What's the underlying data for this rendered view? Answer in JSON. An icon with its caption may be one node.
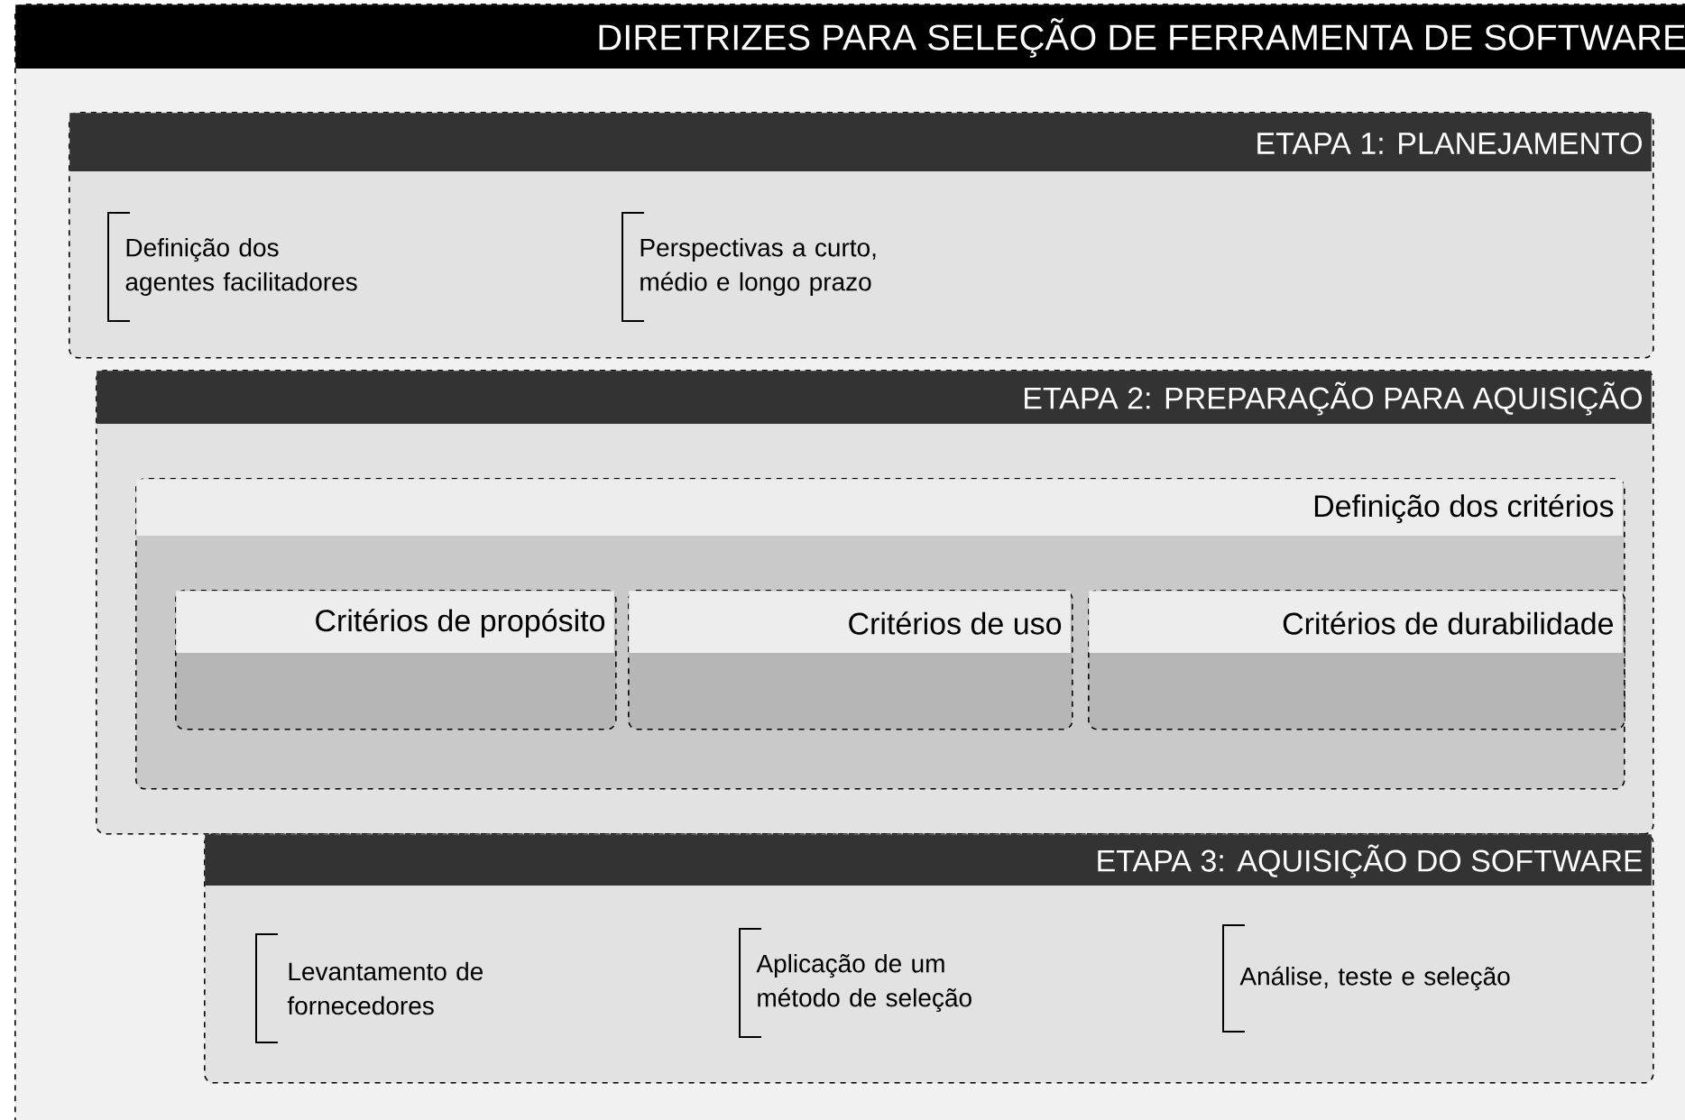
{
  "diagram": {
    "nodes": [
      {
        "text": [
          "DIRETRIZES PARA SELEÇÃO DE FERRAMENTA DE SOFTWARE"
        ]
      },
      {
        "text": [
          "ETAPA 1: PLANEJAMENTO"
        ],
        "in": 0
      },
      {
        "text": [
          "Definição dos agentes facilitadores"
        ],
        "in": 1
      },
      {
        "text": [
          "Perspectivas a curto, médio e longo prazo"
        ],
        "in": 1
      },
      {
        "text": [
          "ETAPA 2: PREPARAÇÃO PARA AQUISIÇÃO"
        ],
        "in": 0
      },
      {
        "text": [
          "Definição dos critérios"
        ],
        "in": 4
      },
      {
        "text": [
          "Critérios de propósito"
        ],
        "in": 5
      },
      {
        "text": [
          "Critérios de uso"
        ],
        "in": 5
      },
      {
        "text": [
          "Critérios de durabilidade"
        ],
        "in": 5
      },
      {
        "text": [
          "ETAPA 3: AQUISIÇÃO DO SOFTWARE"
        ],
        "in": 0
      },
      {
        "text": [
          "Levantamento de fornecedores"
        ],
        "in": 9
      },
      {
        "text": [
          "Aplicação de um método de seleção"
        ],
        "in": 9
      },
      {
        "text": [
          "Análise, teste e seleção"
        ],
        "in": 9
      }
    ]
  }
}
